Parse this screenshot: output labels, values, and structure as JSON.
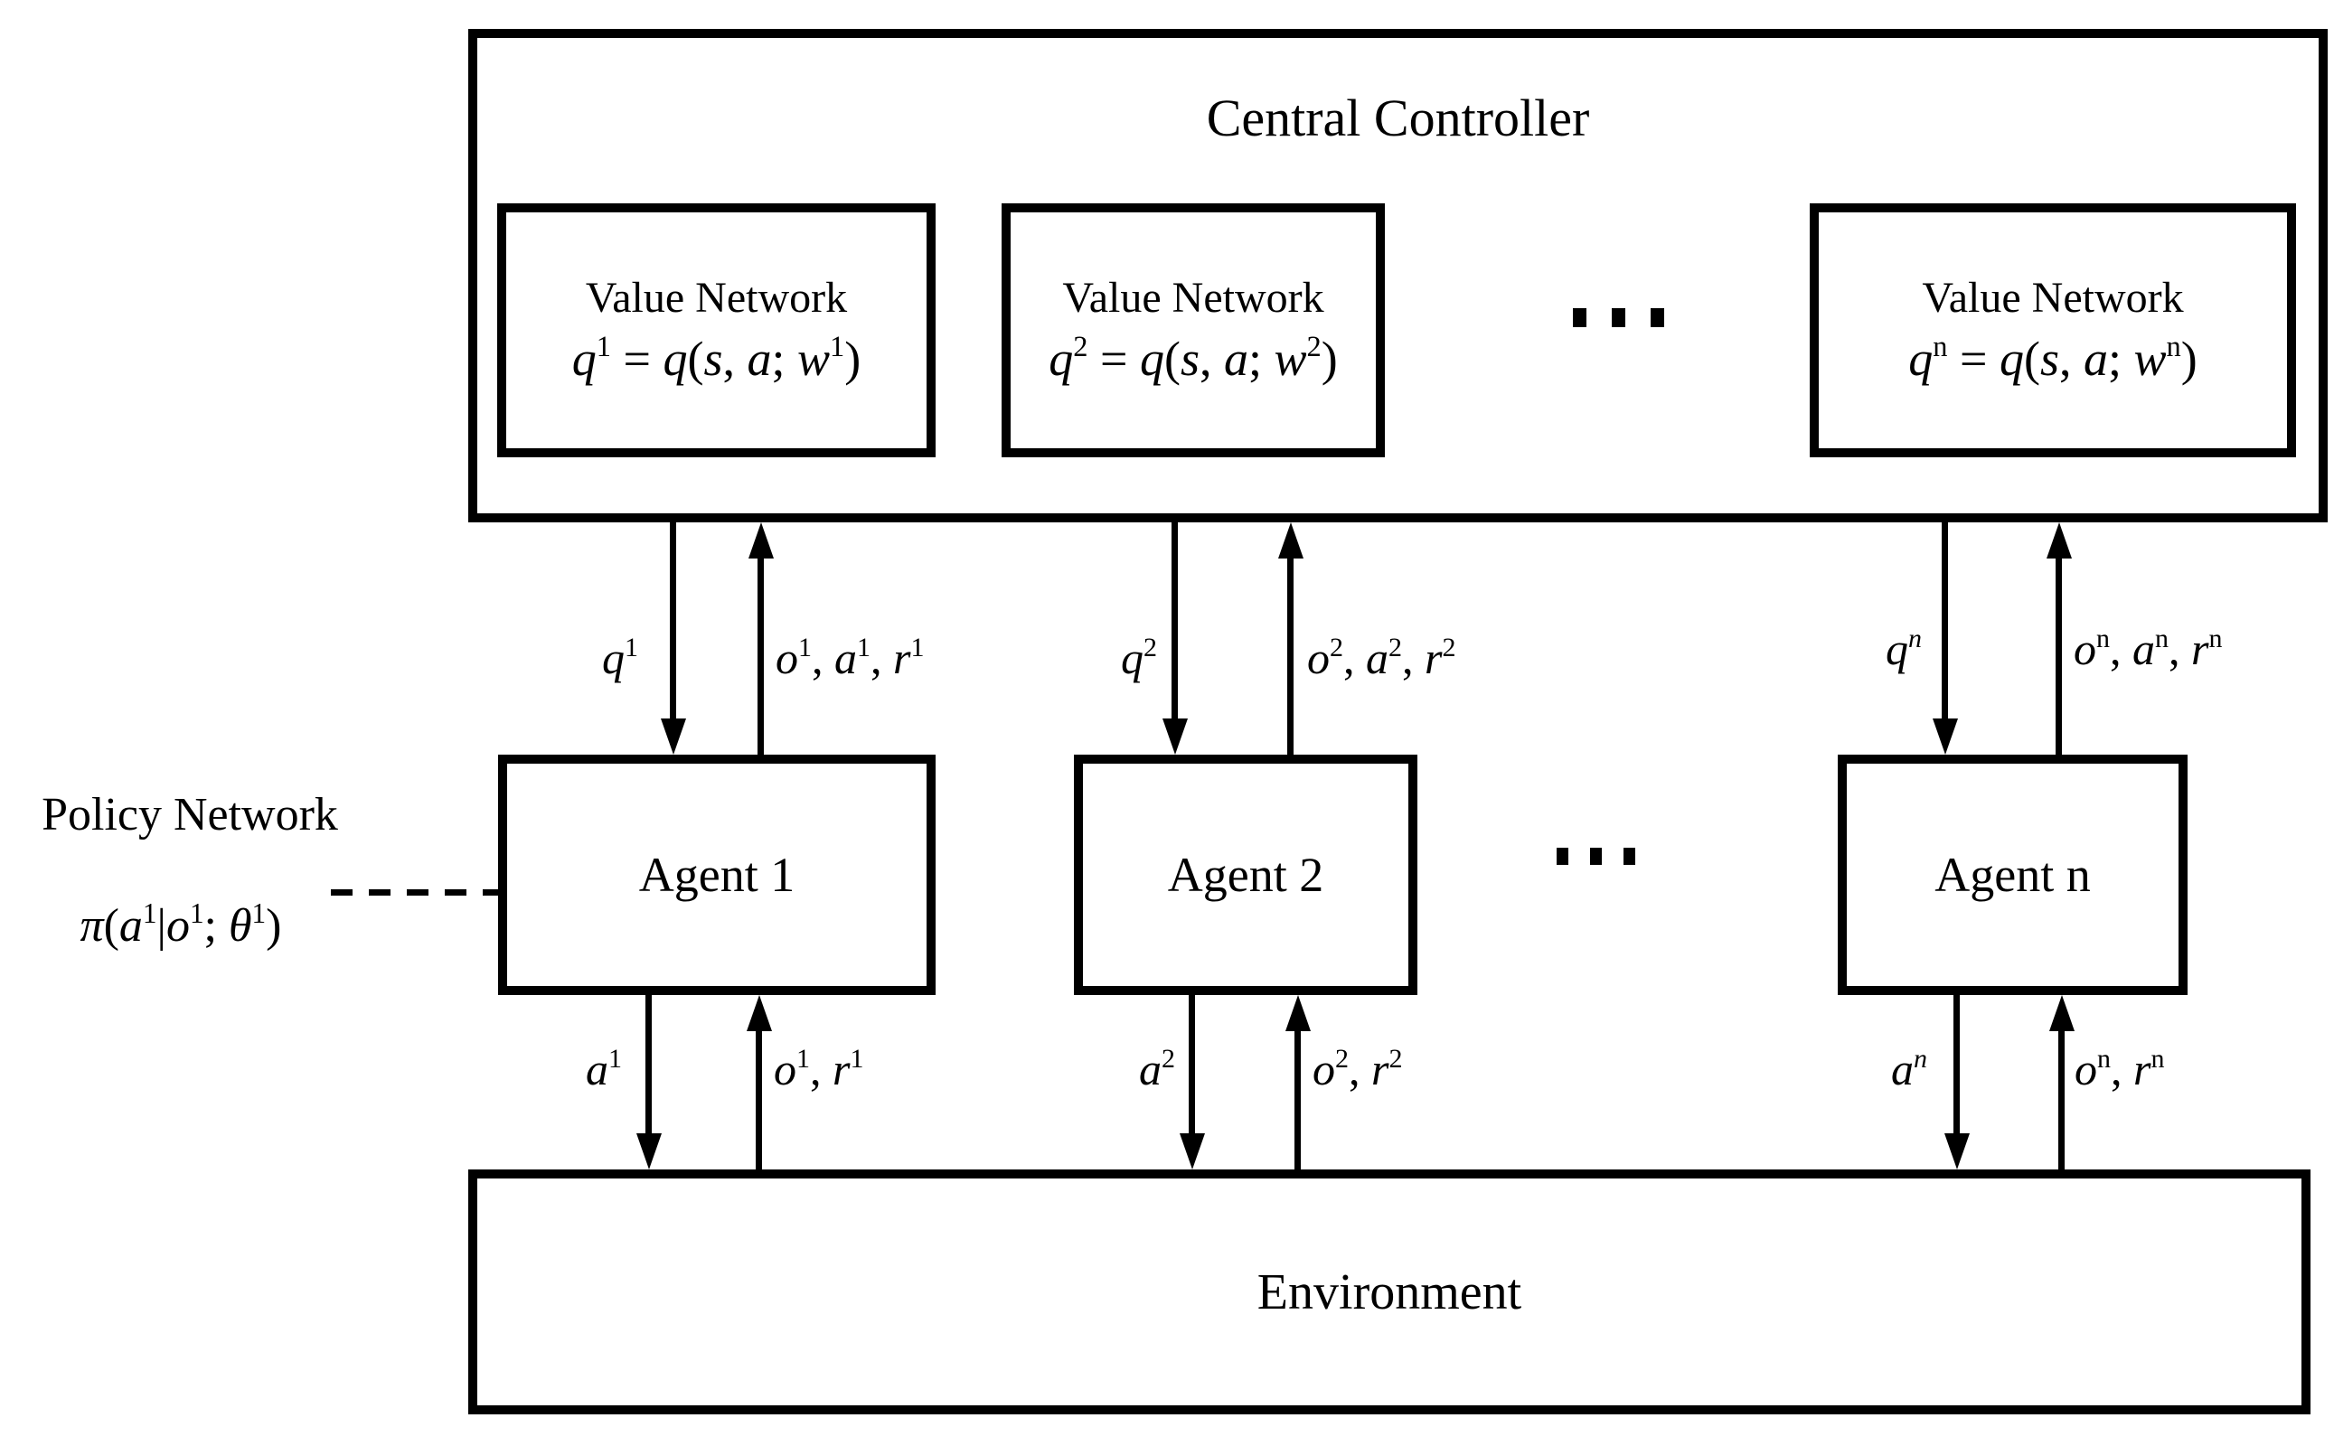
{
  "colors": {
    "ink": "#000000",
    "background": "#ffffff"
  },
  "controller": {
    "title": "Central Controller"
  },
  "value_networks": [
    {
      "name": "Value Network",
      "formula": "*q*~1~ = *q*(*s*, *a*; *w*~1~)"
    },
    {
      "name": "Value Network",
      "formula": "*q*~2~ = *q*(*s*, *a*; *w*~2~)"
    },
    {
      "name": "Value Network",
      "formula": "*q*~n~ = *q*(*s*, *a*; *w*~n~)"
    }
  ],
  "icons": {
    "ellipsis_top": "horizontal-ellipsis",
    "ellipsis_agents": "horizontal-ellipsis"
  },
  "policy": {
    "line1": "Policy Network",
    "formula": "*π*(*a*~1~|*o*~1~; *θ*~1~)"
  },
  "agents": [
    {
      "label": "Agent 1"
    },
    {
      "label": "Agent 2"
    },
    {
      "label": "Agent n"
    }
  ],
  "controller_agent_flows": [
    {
      "down": "*q*~1~",
      "up": "*o*~1~, *a*~1~, *r*~1~"
    },
    {
      "down": "*q*~2~",
      "up": "*o*~2~, *a*~2~, *r*~2~"
    },
    {
      "down": "*q*^n^",
      "up": "*o*~n~, *a*~n~, *r*~n~"
    }
  ],
  "agent_env_flows": [
    {
      "down": "*a*~1~",
      "up": "*o*~1~, *r*~1~"
    },
    {
      "down": "*a*~2~",
      "up": "*o*~2~, *r*~2~"
    },
    {
      "down": "*a*^n^",
      "up": "*o*~n~, *r*~n~"
    }
  ],
  "environment": {
    "label": "Environment"
  }
}
